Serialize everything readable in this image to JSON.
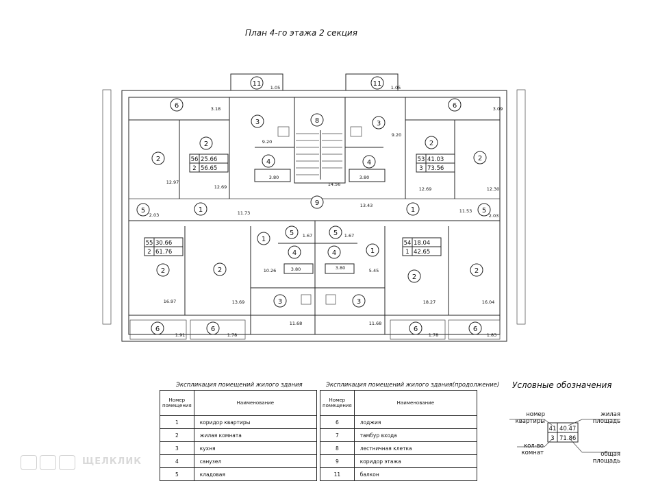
{
  "title": "План 4-го этажа 2 секция",
  "room_numbers": {
    "r1": "1",
    "r2": "2",
    "r3": "3",
    "r4": "4",
    "r5": "5",
    "r6": "6",
    "r8": "8",
    "r9": "9",
    "r11": "11"
  },
  "areas": {
    "balcony_left": "1.05",
    "balcony_right": "1.05",
    "loggia_tl": "3.18",
    "loggia_tr": "3.09",
    "kitchen_tl": "9.20",
    "kitchen_tr": "9.20",
    "bath_tl": "3.80",
    "bath_tr": "3.80",
    "stair": "14.56",
    "corr_mid": "13.43",
    "room_tl1": "12.97",
    "room_tl2": "12.69",
    "room_tr1": "12.69",
    "room_tr2": "12.30",
    "hall_tl": "11.73",
    "hall_tr": "11.53",
    "stor_tl": "2.03",
    "stor_tr": "2.03",
    "stor_cl": "1.67",
    "stor_cr": "1.67",
    "bath_cl": "3.80",
    "bath_cr": "3.80",
    "hall_cl": "10.26",
    "hall_cr": "5.45",
    "kitch_bl": "11.68",
    "kitch_br": "11.68",
    "room_bl1": "16.97",
    "room_bl2": "13.69",
    "room_br1": "18.27",
    "room_br2": "16.04",
    "logg_bl1": "1.91",
    "logg_bl2": "1.78",
    "logg_br1": "1.78",
    "logg_br2": "1.83"
  },
  "apartments": [
    {
      "num": "56",
      "rooms": "2",
      "living": "25.66",
      "total": "56.65"
    },
    {
      "num": "53",
      "rooms": "3",
      "living": "41.03",
      "total": "73.56"
    },
    {
      "num": "55",
      "rooms": "2",
      "living": "30.66",
      "total": "61.76"
    },
    {
      "num": "54",
      "rooms": "1",
      "living": "18.04",
      "total": "42.65"
    }
  ],
  "explication": {
    "caption_left": "Экспликация помещений жилого здания",
    "caption_right": "Экспликация помещений жилого здания(продолжение)",
    "col_number": "Номер помещения",
    "col_name": "Наименование",
    "left_rows": [
      {
        "n": "1",
        "name": "коридор квартиры"
      },
      {
        "n": "2",
        "name": "жилая комната"
      },
      {
        "n": "3",
        "name": "кухня"
      },
      {
        "n": "4",
        "name": "санузел"
      },
      {
        "n": "5",
        "name": "кладовая"
      }
    ],
    "right_rows": [
      {
        "n": "6",
        "name": "лоджия"
      },
      {
        "n": "7",
        "name": "тамбур входа"
      },
      {
        "n": "8",
        "name": "лестничная клетка"
      },
      {
        "n": "9",
        "name": "коридор этажа"
      },
      {
        "n": "11",
        "name": "балкон"
      }
    ]
  },
  "legend": {
    "title": "Условные обозначения",
    "apt_num_label": "номер квартиры",
    "rooms_label": "кол-во комнат",
    "living_label": "жилая площадь",
    "total_label": "общая площадь",
    "sample_num": "41",
    "sample_rooms": "3",
    "sample_living": "40.47",
    "sample_total": "71.86"
  },
  "watermark": "ЩЕЛКЛИК"
}
